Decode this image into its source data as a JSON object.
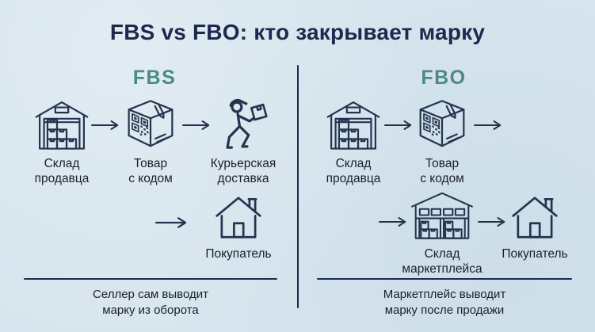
{
  "title": "FBS vs FBO: кто закрывает марку",
  "colors": {
    "background": "#d7e5ee",
    "navy": "#1d2a4e",
    "teal": "#4d8a83",
    "icon_stroke": "#25344e",
    "text": "#1a1f2b"
  },
  "fbs": {
    "header": "FBS",
    "steps": {
      "seller_warehouse": "Склад\nпродавца",
      "goods_with_code": "Товар\nс кодом",
      "courier_delivery": "Курьерская\nдоставка",
      "buyer": "Покупатель"
    },
    "caption": "Селлер сам выводит\nмарку из оборота"
  },
  "fbo": {
    "header": "FBO",
    "steps": {
      "seller_warehouse": "Склад\nпродавца",
      "goods_with_code": "Товар\nс кодом",
      "marketplace_warehouse": "Склад\nмаркетплейса",
      "buyer": "Покупатель"
    },
    "caption": "Маркетплейс выводит\nмарку после продажи"
  },
  "icons": [
    "warehouse-icon",
    "box-with-qr-icon",
    "courier-icon",
    "house-icon",
    "marketplace-warehouse-icon",
    "arrow-right-icon"
  ]
}
